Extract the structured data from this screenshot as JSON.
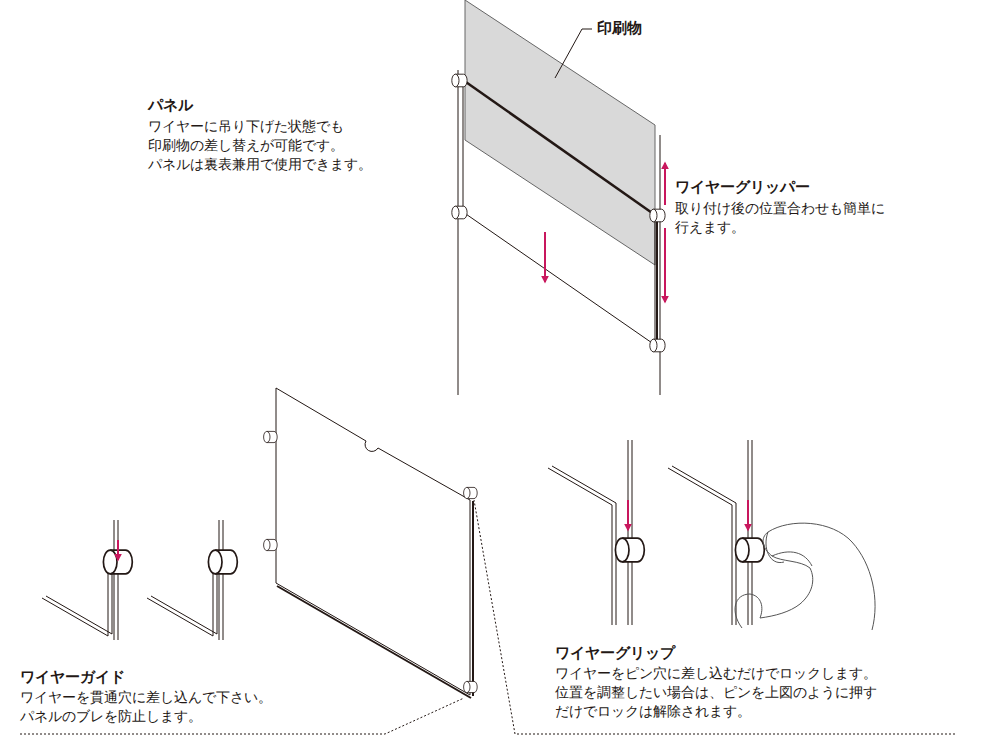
{
  "diagram": {
    "labels": [
      "印刷物",
      "パネル",
      "ワイヤーに吊り下げた状態でも 印刷物の差し替えが可能です。 パネルは裏表兼用で使用できます。",
      "ワイヤーグリッパー",
      "取り付け後の位置合わせも簡単に 行えます。",
      "ワイヤーガイド",
      "ワイヤーを貫通穴に差し込んで下さい。 パネルのブレを防止します。",
      "ワイヤーグリップ",
      "ワイヤーをピン穴に差し込むだけでロックします。 位置を調整したい場合は、ピンを上図のように押す だけでロックは解除されます。"
    ]
  }
}
